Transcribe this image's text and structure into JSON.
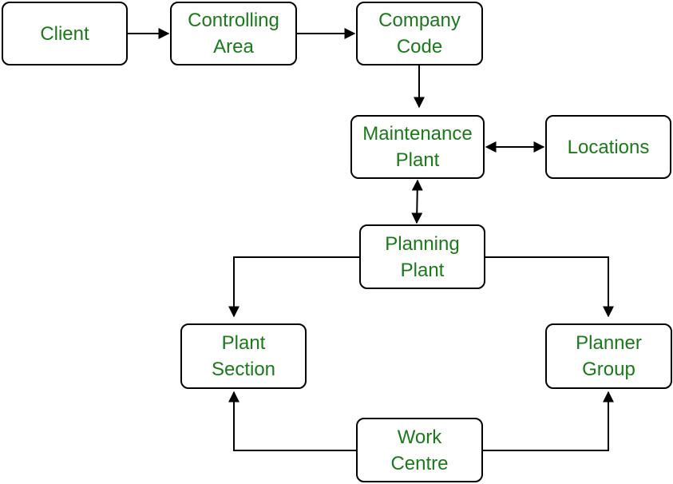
{
  "nodes": {
    "client": "Client",
    "controlling_area": "Controlling\nArea",
    "company_code": "Company\nCode",
    "maintenance_plant": "Maintenance\nPlant",
    "locations": "Locations",
    "planning_plant": "Planning\nPlant",
    "plant_section": "Plant\nSection",
    "planner_group": "Planner\nGroup",
    "work_centre": "Work\nCentre"
  },
  "colors": {
    "label_text": "#1a7a1a",
    "border": "#000000",
    "arrow": "#000000"
  }
}
